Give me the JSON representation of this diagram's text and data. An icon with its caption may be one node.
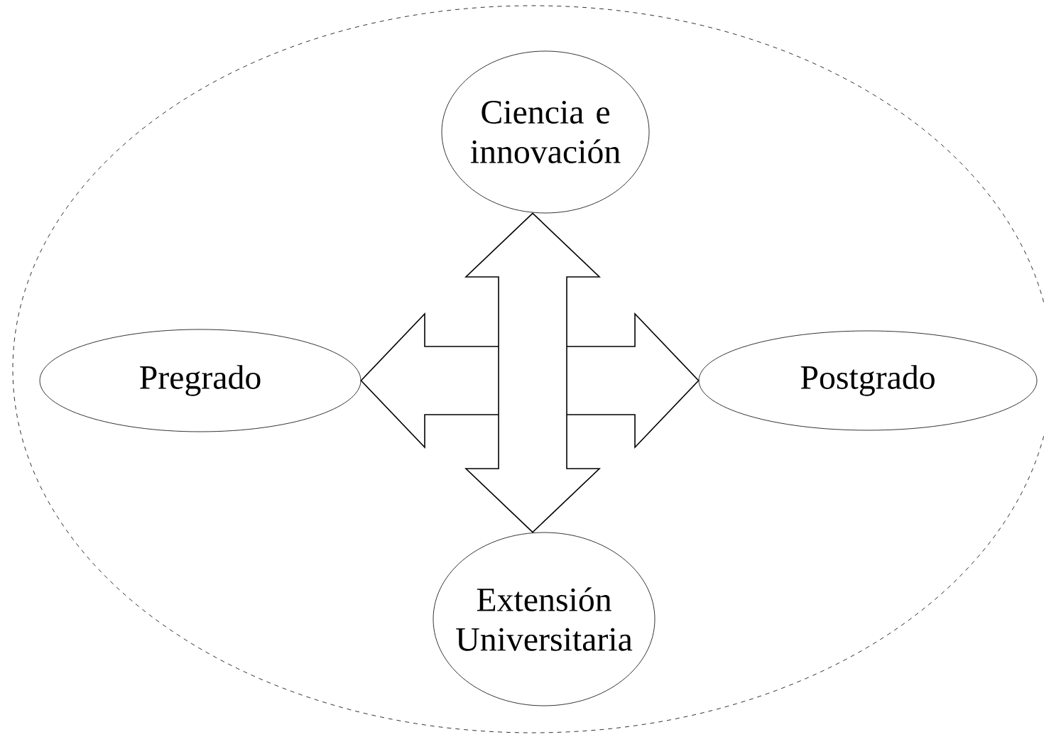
{
  "diagram": {
    "nodes": [
      {
        "text": [],
        "shape": "ellipse"
      },
      {
        "text": [
          "Ciencia e innovación"
        ],
        "in": 0
      },
      {
        "text": [
          "Pregrado"
        ],
        "in": 0
      },
      {
        "text": [
          "Postgrado"
        ],
        "in": 0
      },
      {
        "text": [
          "Extensión Universitaria"
        ],
        "in": 0
      }
    ],
    "edges": [
      {
        "from": 2,
        "to": 3,
        "arrow": "both"
      },
      {
        "from": 1,
        "to": 4,
        "arrow": "both"
      }
    ]
  }
}
